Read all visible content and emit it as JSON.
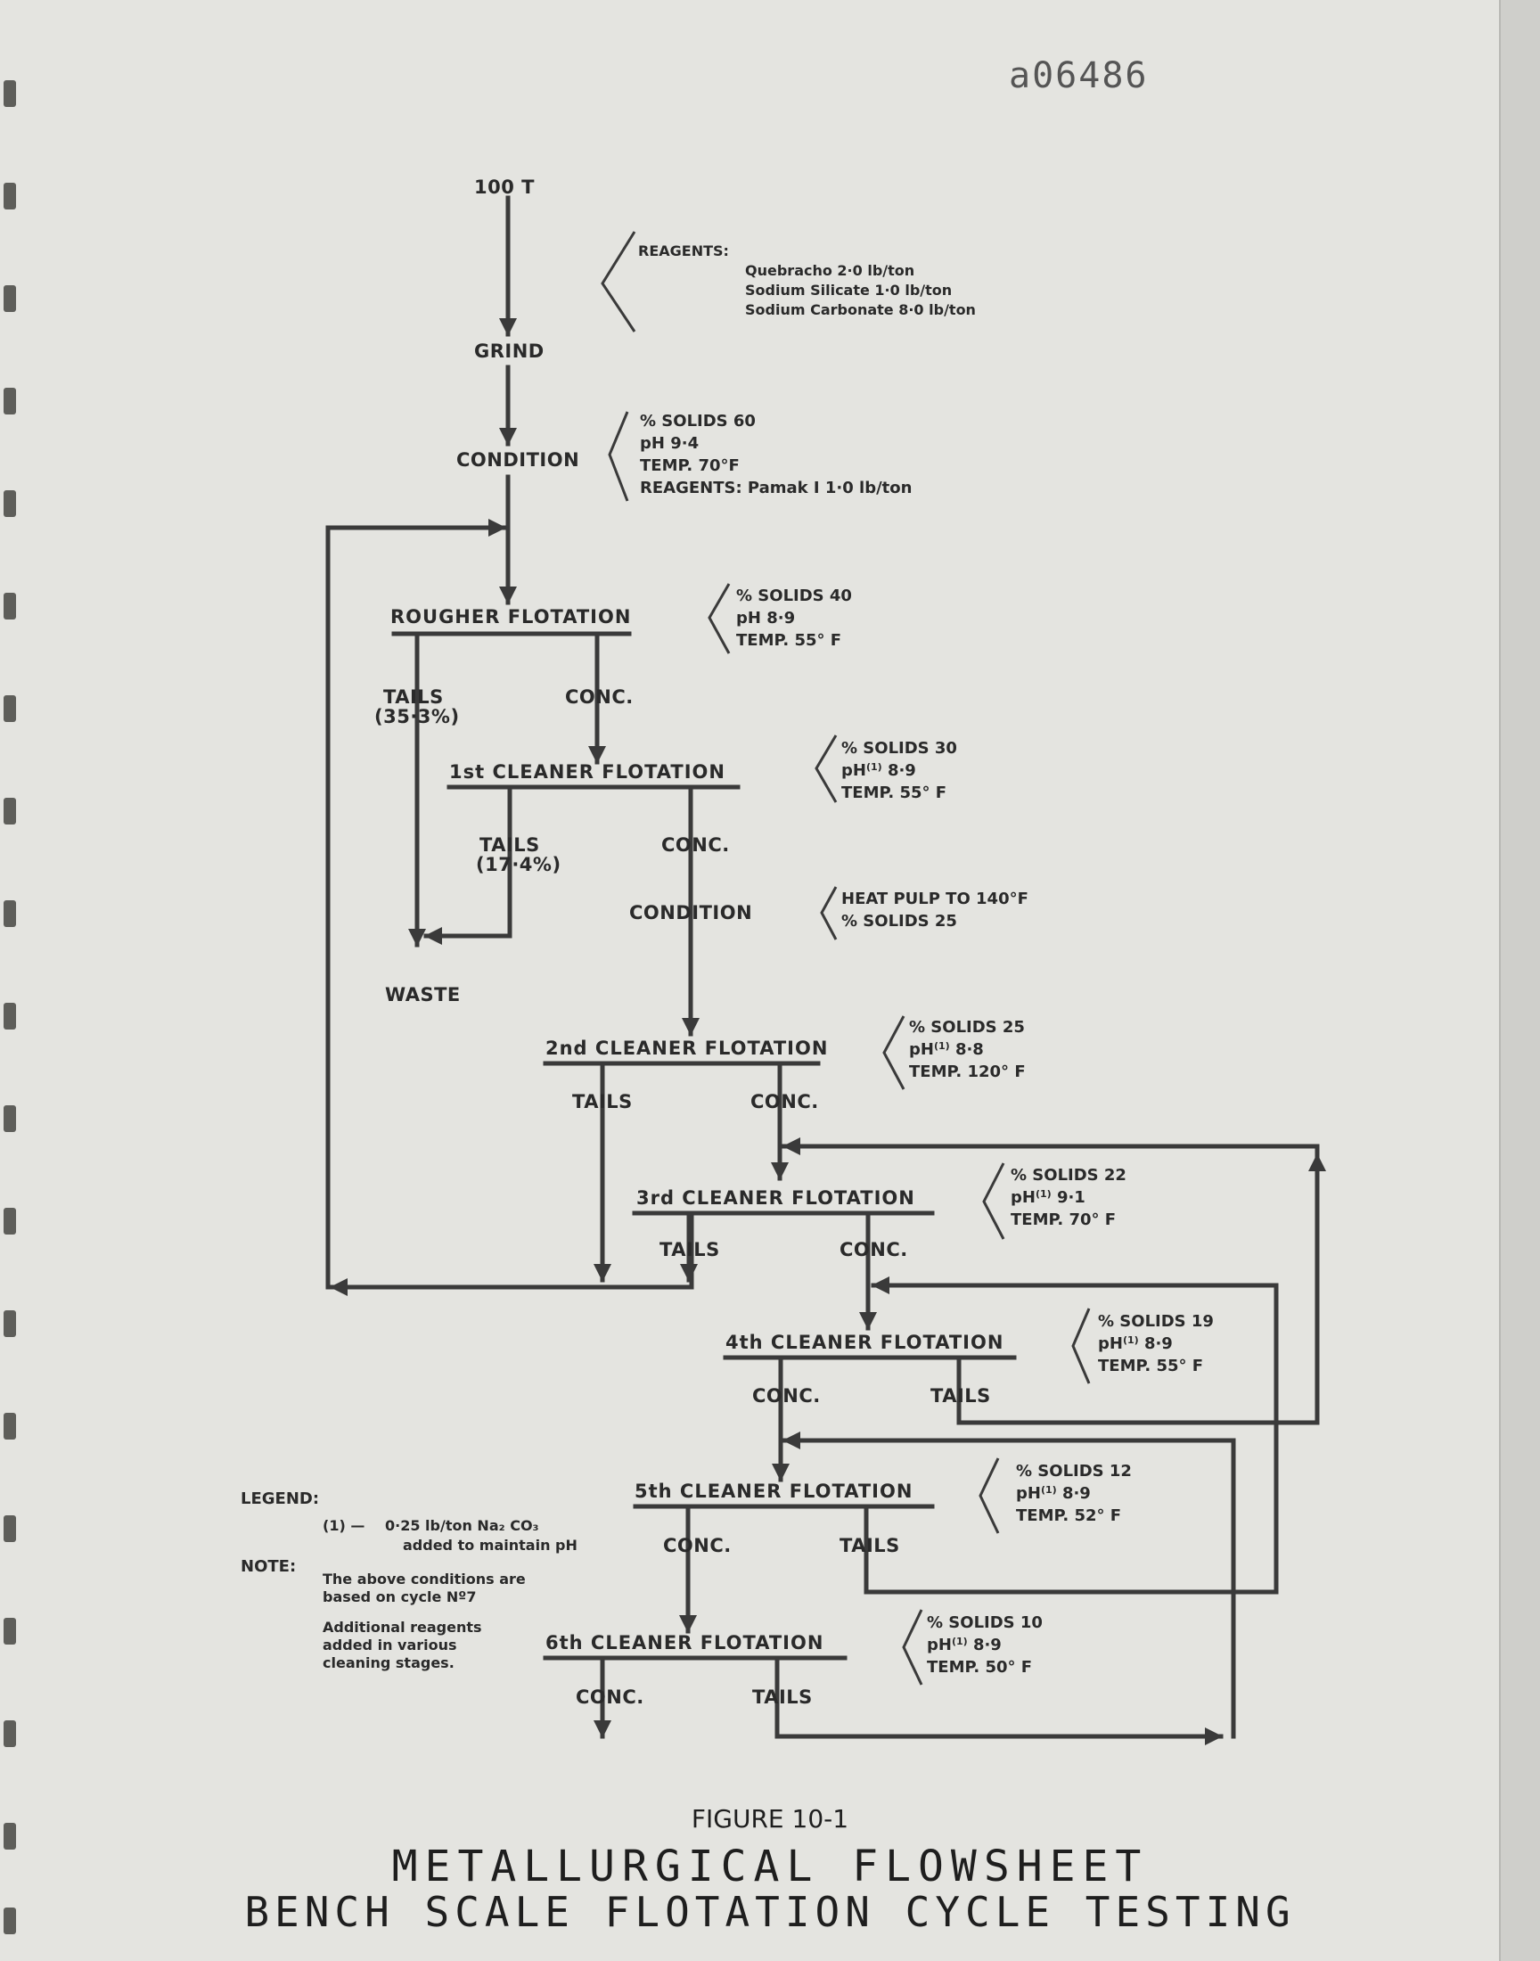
{
  "doc_number": "a06486",
  "feed": "100 T",
  "grind": "GRIND",
  "condition1": "CONDITION",
  "reagents": {
    "heading": "REAGENTS:",
    "lines": [
      "Quebracho   2·0 lb/ton",
      "Sodium Silicate   1·0 lb/ton",
      "Sodium Carbonate 8·0 lb/ton"
    ]
  },
  "condition1_params": [
    "% SOLIDS 60",
    "pH 9·4",
    "TEMP. 70°F",
    "REAGENTS:  Pamak I  1·0 lb/ton"
  ],
  "rougher": {
    "label": "ROUGHER FLOTATION",
    "params": [
      "% SOLIDS 40",
      "pH 8·9",
      "TEMP. 55° F"
    ],
    "tails": "TAILS",
    "tails_pct": "(35·3%)",
    "conc": "CONC."
  },
  "cleaner1": {
    "label": "1st CLEANER FLOTATION",
    "params": [
      "% SOLIDS 30",
      "pH",
      "(1)",
      " 8·9",
      "TEMP. 55° F"
    ],
    "tails": "TAILS",
    "tails_pct": "(17·4%)",
    "conc": "CONC."
  },
  "condition2": {
    "label": "CONDITION",
    "params": [
      "HEAT PULP TO 140°F",
      "% SOLIDS 25"
    ]
  },
  "waste": "WASTE",
  "cleaner2": {
    "label": "2nd CLEANER FLOTATION",
    "params": [
      "% SOLIDS 25",
      "pH",
      "(1)",
      " 8·8",
      "TEMP.  120° F"
    ],
    "tails": "TAILS",
    "conc": "CONC."
  },
  "cleaner3": {
    "label": "3rd  CLEANER FLOTATION",
    "params": [
      "% SOLIDS 22",
      "pH",
      "(1)",
      " 9·1",
      "TEMP. 70° F"
    ],
    "tails": "TAILS",
    "conc": "CONC."
  },
  "cleaner4": {
    "label": "4th CLEANER FLOTATION",
    "params": [
      "% SOLIDS 19",
      "pH",
      "(1)",
      " 8·9",
      "TEMP. 55° F"
    ],
    "conc": "CONC.",
    "tails": "TAILS"
  },
  "cleaner5": {
    "label": "5th CLEANER FLOTATION",
    "params": [
      "% SOLIDS 12",
      "pH",
      "(1)",
      " 8·9",
      "TEMP. 52° F"
    ],
    "conc": "CONC.",
    "tails": "TAILS"
  },
  "cleaner6": {
    "label": "6th CLEANER FLOTATION",
    "params": [
      "% SOLIDS 10",
      "pH",
      "(1)",
      " 8·9",
      "TEMP. 50° F"
    ],
    "conc": "CONC.",
    "tails": "TAILS"
  },
  "legend": {
    "heading": "LEGEND:",
    "item_key": "(1) —",
    "item_text_1": "0·25 lb/ton Na₂ CO₃",
    "item_text_2": "added to maintain pH",
    "note_heading": "NOTE:",
    "note_1": [
      "The above conditions are",
      "based on cycle Nº7"
    ],
    "note_2": [
      "Additional reagents",
      "added in various",
      "cleaning stages."
    ]
  },
  "figure_number": "FIGURE 10-1",
  "title_line1": "METALLURGICAL  FLOWSHEET",
  "title_line2": "BENCH SCALE FLOTATION CYCLE TESTING"
}
